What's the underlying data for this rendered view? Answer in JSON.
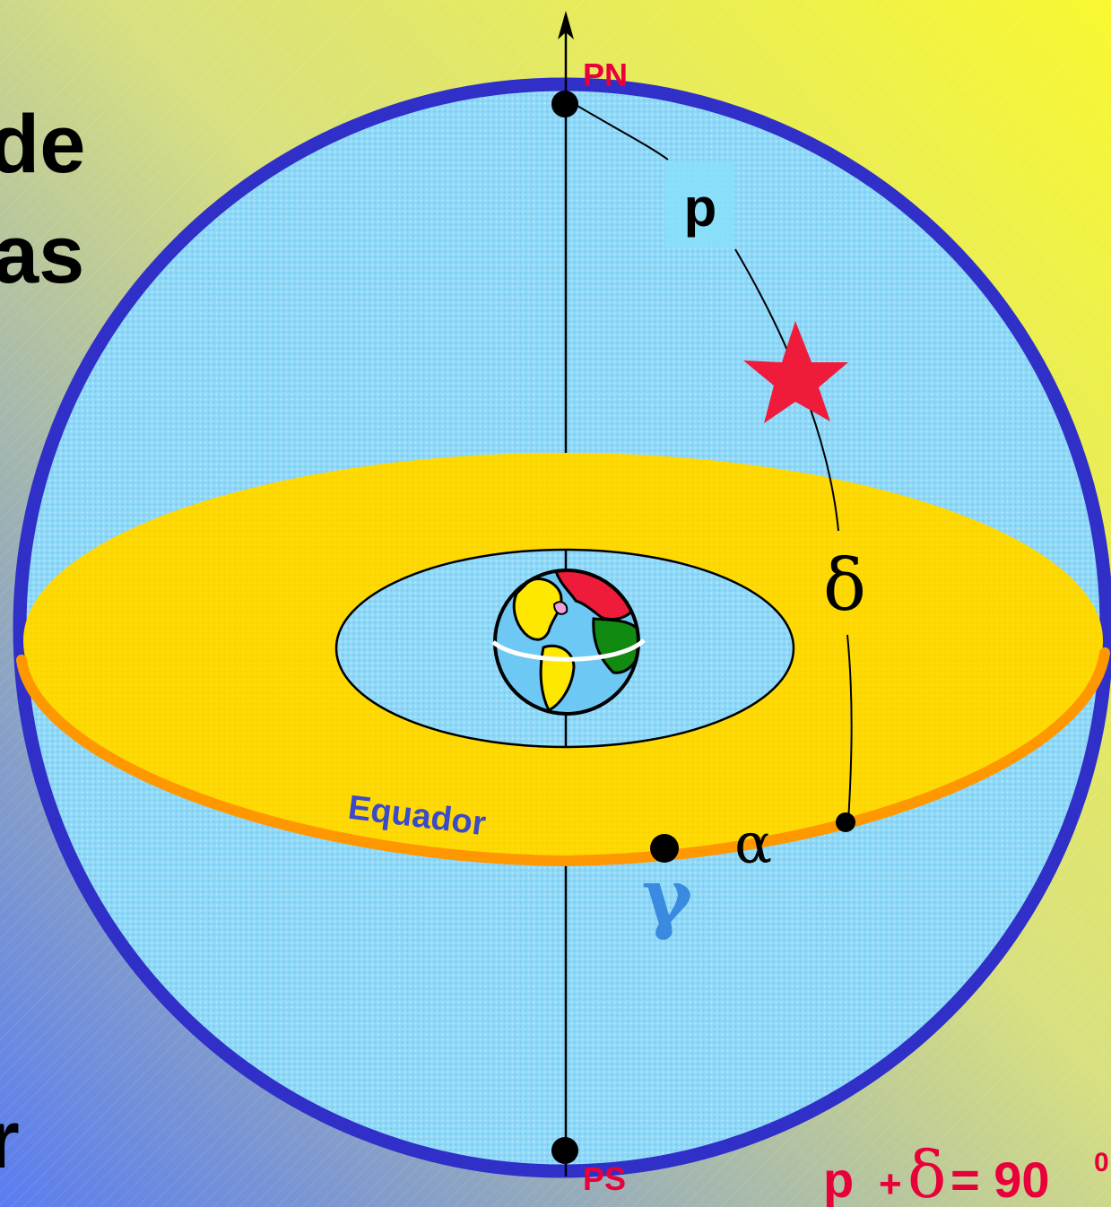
{
  "side_text": {
    "line1": "de",
    "line2": "as",
    "line3": "r"
  },
  "labels": {
    "north_pole": "PN",
    "south_pole": "PS",
    "polar_distance": "p",
    "declination": "δ",
    "right_ascension": "α",
    "vernal_point": "γ",
    "equator": "Equador"
  },
  "formula": {
    "p": "p",
    "plus": "+",
    "delta": "δ",
    "equals_value": "= 90",
    "degree": "0"
  },
  "colors": {
    "background_top": "#f8f830",
    "background_bottom": "#5a7cf0",
    "sphere_fill": "#8ed8f8",
    "sphere_outline": "#3030c8",
    "equator_plane": "#ffd800",
    "equator_line": "#ff9800",
    "label_red": "#e8003a",
    "gamma_blue": "#3a8ae0",
    "star": "#ee1b3a",
    "equador_text": "#3a4ac8"
  },
  "icons": {
    "star": "star-icon",
    "earth": "earth-globe-icon"
  }
}
